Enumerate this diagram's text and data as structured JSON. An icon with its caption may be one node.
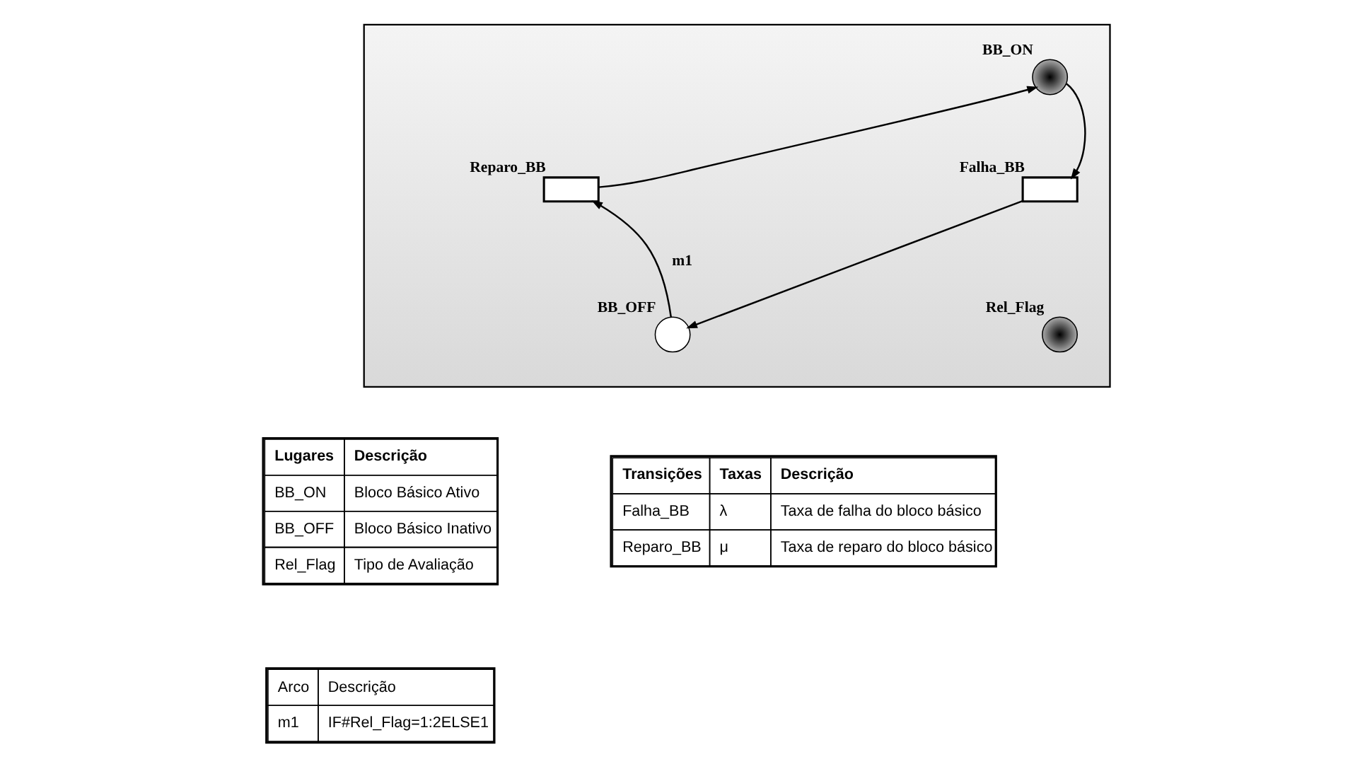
{
  "diagram": {
    "nodes": [
      {
        "text": [],
        "shape": "box"
      },
      {
        "text": [
          "BB_ON"
        ],
        "in": 0
      },
      {
        "text": [
          "Reparo_BB"
        ],
        "in": 0
      },
      {
        "text": [
          "Falha_BB"
        ],
        "in": 0
      },
      {
        "text": [
          "Rel_Flag"
        ],
        "in": 0
      },
      {
        "text": [
          "BB_OFF"
        ],
        "in": 0
      }
    ],
    "edges": [
      {
        "from": 2,
        "to": 1,
        "arrow": "to"
      },
      {
        "from": 1,
        "to": 3,
        "arrow": "to"
      },
      {
        "from": 3,
        "to": 5,
        "arrow": "to"
      },
      {
        "from": 5,
        "to": 2,
        "arrow": "to",
        "label": "m1"
      }
    ],
    "labels": [
      "Lugares",
      "Descrição",
      "BB_ON",
      "Bloco Básico Ativo",
      "BB_OFF",
      "Bloco Básico Inativo",
      "Rel_Flag",
      "Tipo de Avaliação",
      "Transições",
      "Taxas",
      "Descrição",
      "Falha_BB",
      "λ",
      "Taxa de falha do bloco básico",
      "Reparo_BB",
      "μ",
      "Taxa de reparo do bloco básico",
      "Arco",
      "Descrição",
      "m1",
      "IF#Rel_Flag=1:2ELSE1"
    ]
  }
}
